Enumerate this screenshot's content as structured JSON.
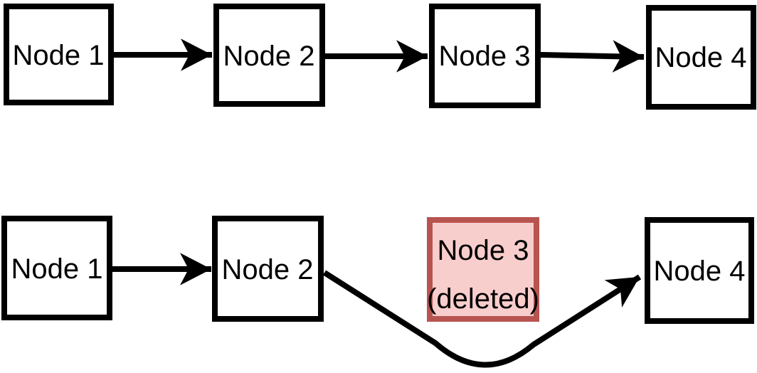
{
  "colors": {
    "background": "#ffffff",
    "node_fill": "#ffffff",
    "node_border": "#000000",
    "arrow": "#000000",
    "text": "#000000",
    "deleted_fill": "#f8cecc",
    "deleted_border": "#b85450"
  },
  "before_row": {
    "nodes": [
      {
        "label": "Node 1"
      },
      {
        "label": "Node 2"
      },
      {
        "label": "Node 3"
      },
      {
        "label": "Node 4"
      }
    ]
  },
  "after_row": {
    "nodes": [
      {
        "label": "Node 1"
      },
      {
        "label": "Node 2"
      },
      {
        "label": "Node 3",
        "status": "(deleted)"
      },
      {
        "label": "Node 4"
      }
    ]
  }
}
